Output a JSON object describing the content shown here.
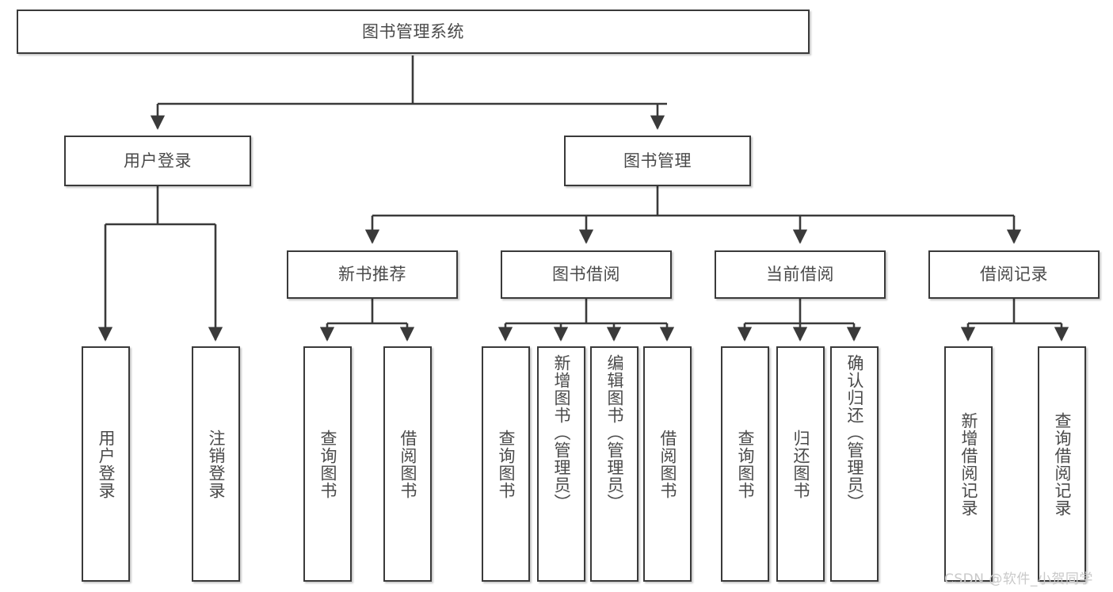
{
  "diagram": {
    "title": "图书管理系统",
    "type": "tree-hierarchy",
    "watermark": "CSDN @软件_小贺同学",
    "colors": {
      "node_border": "#3a3a3a",
      "node_fill": "#ffffff",
      "text": "#4a4a4a",
      "edge": "#3a3a3a",
      "watermark": "#c9c9c9",
      "background": "#ffffff"
    },
    "nodes": {
      "root": {
        "label": "图书管理系统"
      },
      "level2": [
        {
          "id": "user-login",
          "label": "用户登录"
        },
        {
          "id": "book-manage",
          "label": "图书管理"
        }
      ],
      "level3": [
        {
          "id": "new-book-recommend",
          "label": "新书推荐"
        },
        {
          "id": "book-borrow",
          "label": "图书借阅"
        },
        {
          "id": "current-borrow",
          "label": "当前借阅"
        },
        {
          "id": "borrow-record",
          "label": "借阅记录"
        }
      ],
      "leaves": {
        "user-login": [
          {
            "id": "leaf-user-login",
            "label": "用户登录"
          },
          {
            "id": "leaf-logout-login",
            "label": "注销登录"
          }
        ],
        "new-book-recommend": [
          {
            "id": "leaf-query-book-1",
            "label": "查询图书"
          },
          {
            "id": "leaf-borrow-book-1",
            "label": "借阅图书"
          }
        ],
        "book-borrow": [
          {
            "id": "leaf-query-book-2",
            "label": "查询图书"
          },
          {
            "id": "leaf-add-book",
            "label": "新增图书（管理员）"
          },
          {
            "id": "leaf-edit-book",
            "label": "编辑图书（管理员）"
          },
          {
            "id": "leaf-borrow-book-2",
            "label": "借阅图书"
          }
        ],
        "current-borrow": [
          {
            "id": "leaf-query-book-3",
            "label": "查询图书"
          },
          {
            "id": "leaf-return-book",
            "label": "归还图书"
          },
          {
            "id": "leaf-confirm-return",
            "label": "确认归还（管理员）"
          }
        ],
        "borrow-record": [
          {
            "id": "leaf-add-record",
            "label": "新增借阅记录"
          },
          {
            "id": "leaf-query-record",
            "label": "查询借阅记录"
          }
        ]
      }
    }
  }
}
